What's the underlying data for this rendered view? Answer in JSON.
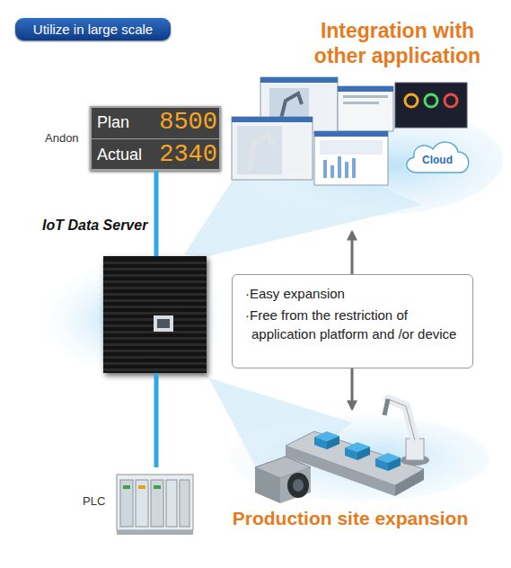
{
  "diagram": {
    "nodes": [
      {
        "text": [
          "Utilize in large scale"
        ]
      },
      {
        "text": [
          "Integration with other application"
        ]
      },
      {
        "text": [
          "Cloud"
        ],
        "in": 1
      },
      {
        "text": [
          "Andon",
          "Plan",
          "8500",
          "Actual",
          "2340"
        ]
      },
      {
        "text": [
          "IoT Data Server"
        ]
      },
      {
        "text": [
          "·Easy expansion",
          "·Free from the restriction of application platform and /or device"
        ]
      },
      {
        "text": [
          "PLC"
        ]
      },
      {
        "text": [
          "Production site expansion"
        ]
      }
    ],
    "edges": [
      {
        "from": 3,
        "to": 4,
        "arrow": "none"
      },
      {
        "from": 4,
        "to": 6,
        "arrow": "none"
      },
      {
        "from": 5,
        "to": 1,
        "arrow": "to"
      },
      {
        "from": 5,
        "to": 7,
        "arrow": "to"
      }
    ]
  }
}
